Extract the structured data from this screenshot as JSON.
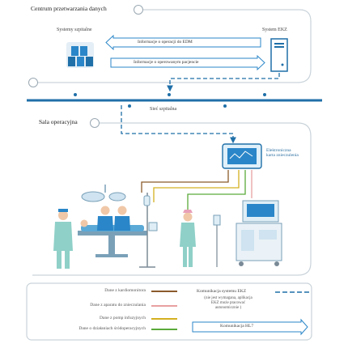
{
  "data_center": {
    "title": "Centrum przetwarzania danych",
    "hospital_systems_label": "Systemy szpitalne",
    "ekz_system_label": "System EKZ",
    "arrow_edm": "Informacje o operacji do EDM",
    "arrow_patient": "Informacje o operowanym pacjencie"
  },
  "network": {
    "label": "Sieć szpitalna"
  },
  "operating_room": {
    "title": "Sala operacyjna",
    "device_label_line1": "Elektroniczna",
    "device_label_line2": "karta znieczulenia"
  },
  "legend": {
    "items": [
      {
        "label": "Dane z kardiomonitora",
        "color": "#8b5a2b"
      },
      {
        "label": "Dane z aparatu do znieczulania",
        "color": "#e8a0a0"
      },
      {
        "label": "Dane z pomp infuzyjnych",
        "color": "#d4b020"
      },
      {
        "label": "Dane o działaniach śródoperacyjnych",
        "color": "#5aaa3a"
      }
    ],
    "ekz_comm_label": "Komunikacja systemu EKZ",
    "ekz_note_line1": "(nie jest wymagana, aplikacja",
    "ekz_note_line2": "EKZ może pracować",
    "ekz_note_line3": "autonomicznie )",
    "hl7_label": "Komunikacja HL7"
  },
  "colors": {
    "network_blue": "#1f6fa8",
    "accent_blue": "#2a86c8",
    "frame_gray": "#c9d3da"
  }
}
